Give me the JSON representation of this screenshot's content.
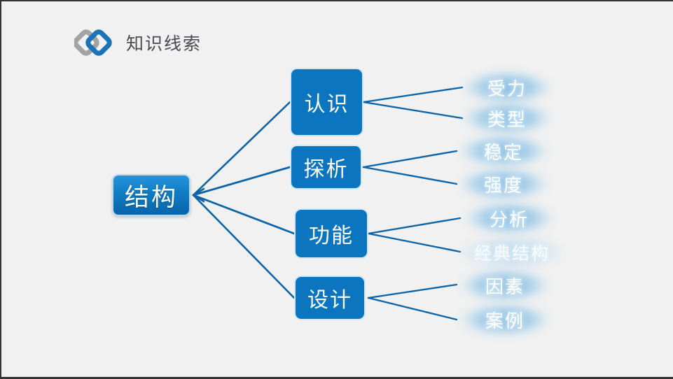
{
  "header": {
    "title": "知识线索",
    "logo_icon": "interlocking-diamonds-logo"
  },
  "colors": {
    "background": "#f1f1f1",
    "root_node_top": "#2a93db",
    "root_node_bottom": "#0a64ab",
    "branch_node": "#0b76bf",
    "connector_line": "#0b63a8",
    "title_text": "#4a4a52",
    "leaf_glow": "#6db0de",
    "logo_gray": "#a0a0a0",
    "logo_blue": "#1b74b8"
  },
  "mindmap": {
    "root": {
      "label": "结构"
    },
    "branches": [
      {
        "label": "认识",
        "leaves": [
          {
            "label": "受力"
          },
          {
            "label": "类型"
          }
        ]
      },
      {
        "label": "探析",
        "leaves": [
          {
            "label": "稳定"
          },
          {
            "label": "强度"
          }
        ]
      },
      {
        "label": "功能",
        "leaves": [
          {
            "label": "分析"
          },
          {
            "label": "经典结构"
          }
        ]
      },
      {
        "label": "设计",
        "leaves": [
          {
            "label": "因素"
          },
          {
            "label": "案例"
          }
        ]
      }
    ]
  }
}
